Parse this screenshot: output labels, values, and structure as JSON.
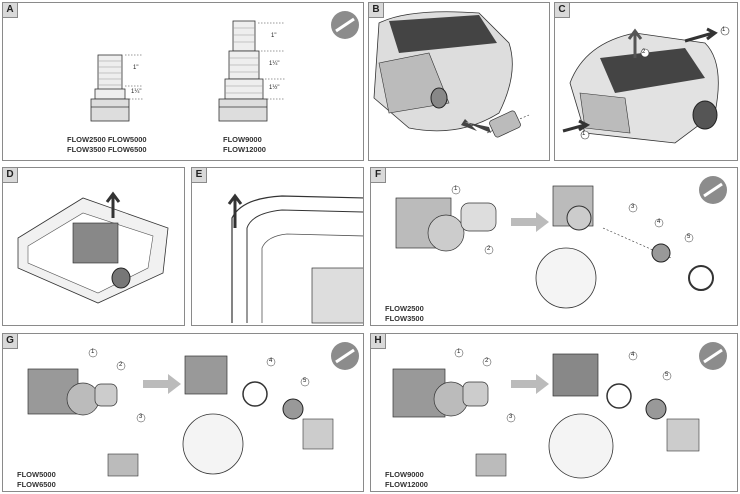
{
  "panels": {
    "A": {
      "letter": "A",
      "models_left": "FLOW2500   FLOW5000",
      "models_left2": "FLOW3500   FLOW6500",
      "models_right": "FLOW9000",
      "models_right2": "FLOW12000",
      "dims_left": [
        "1\"",
        "1¼\""
      ],
      "dims_right": [
        "1\"",
        "1¼\"",
        "1½\""
      ]
    },
    "B": {
      "letter": "B"
    },
    "C": {
      "letter": "C",
      "callouts": [
        "1",
        "2",
        "1"
      ]
    },
    "D": {
      "letter": "D"
    },
    "E": {
      "letter": "E"
    },
    "F": {
      "letter": "F",
      "models": "FLOW2500",
      "models2": "FLOW3500",
      "callouts": [
        "1",
        "2",
        "3",
        "4",
        "5"
      ]
    },
    "G": {
      "letter": "G",
      "models": "FLOW5000",
      "models2": "FLOW6500",
      "callouts": [
        "1",
        "2",
        "3",
        "4",
        "5"
      ]
    },
    "H": {
      "letter": "H",
      "models": "FLOW9000",
      "models2": "FLOW12000",
      "callouts": [
        "1",
        "2",
        "3",
        "4",
        "5"
      ]
    }
  },
  "icons": {
    "tool_badge": "screwdriver-icon",
    "arrow": "grey-arrow-icon"
  },
  "colors": {
    "border": "#8a8a8a",
    "label_bg": "#d9d9d9",
    "badge_bg": "#8c8c8c"
  }
}
